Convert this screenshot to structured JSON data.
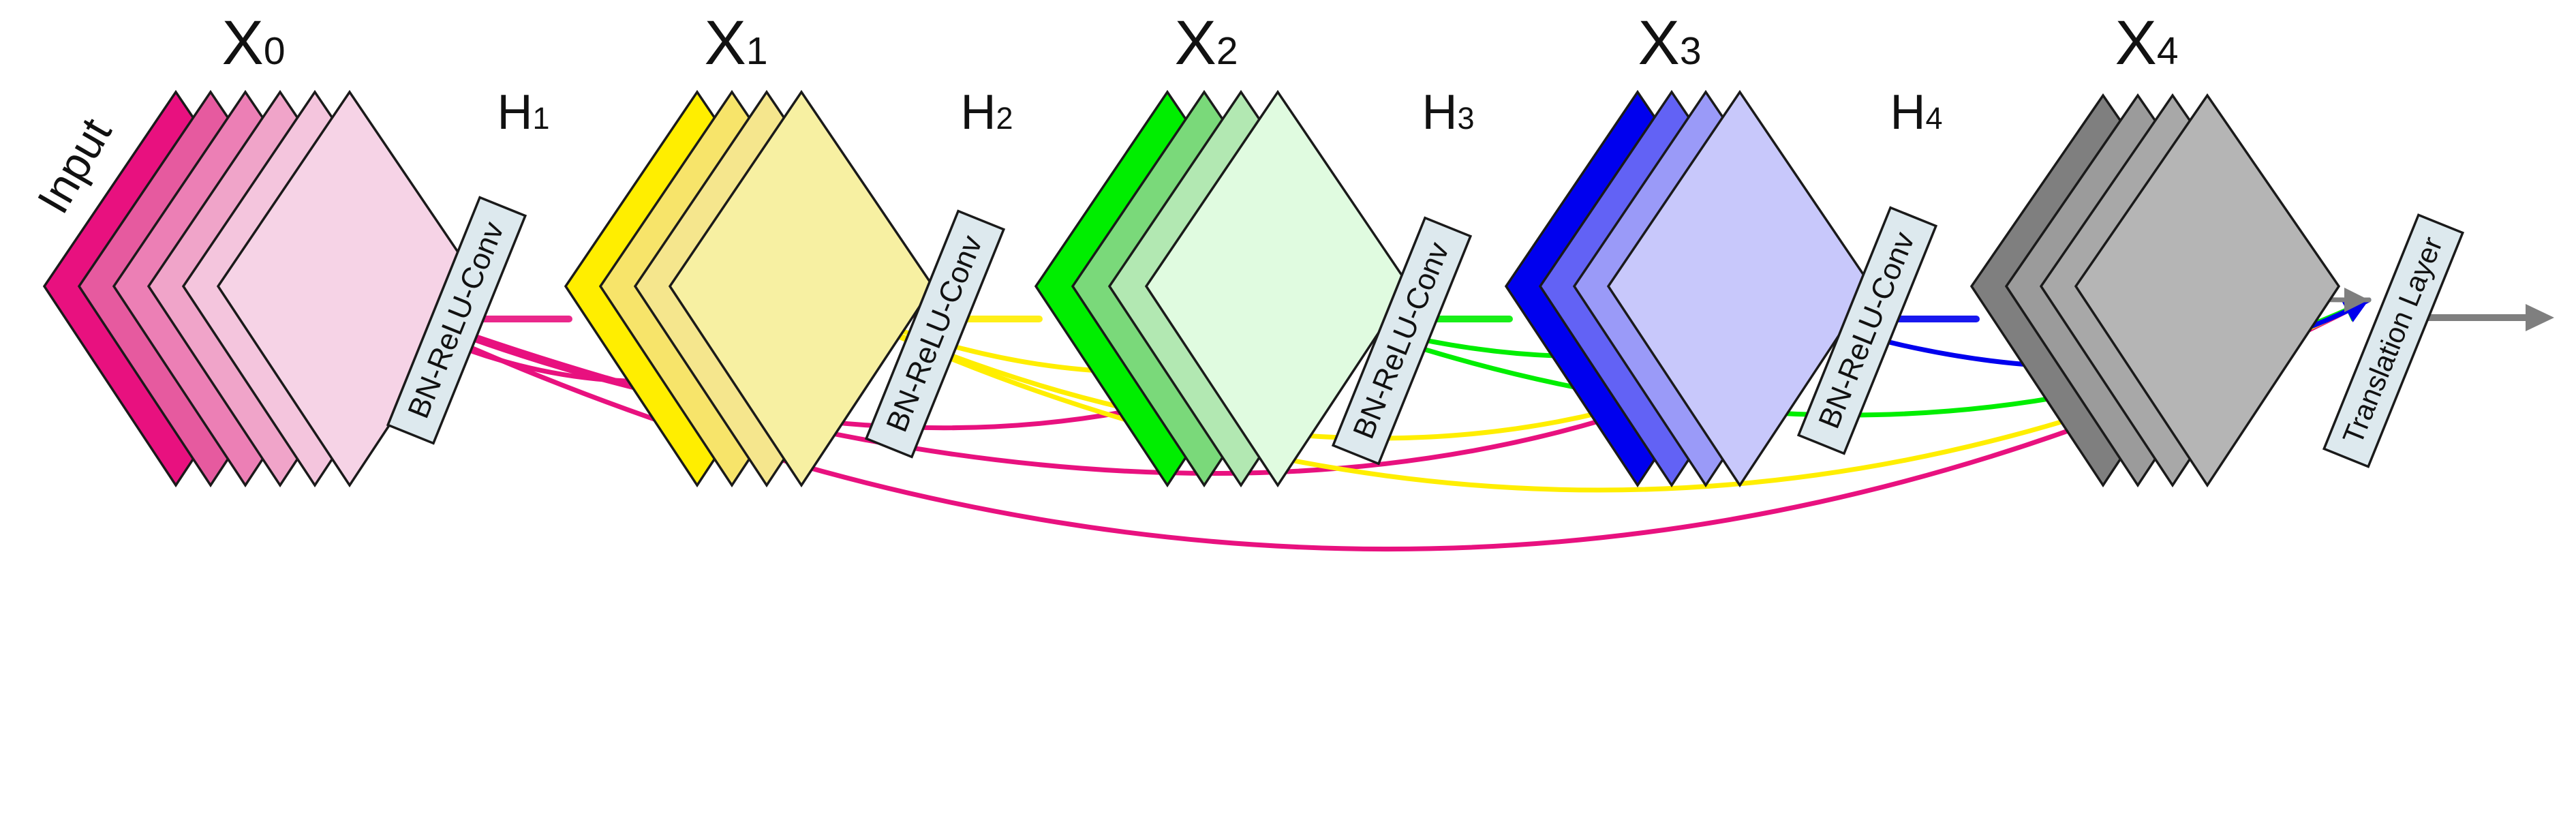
{
  "input_label": "Input",
  "blocks": [
    {
      "id": "x0",
      "symbol": "X",
      "index": "0",
      "colors": [
        "#e8117f",
        "#e65a9f",
        "#ec7fb5",
        "#f0a4c9",
        "#f4c5dd",
        "#f6d3e6"
      ]
    },
    {
      "id": "x1",
      "symbol": "X",
      "index": "1",
      "colors": [
        "#ffee00",
        "#f7e46a",
        "#f5e68d",
        "#f7f0a2"
      ]
    },
    {
      "id": "x2",
      "symbol": "X",
      "index": "2",
      "colors": [
        "#00ee00",
        "#7ad97a",
        "#b2e8b2",
        "#e0fbe0"
      ]
    },
    {
      "id": "x3",
      "symbol": "X",
      "index": "3",
      "colors": [
        "#0000ee",
        "#6262f5",
        "#9a9af8",
        "#c8c8fb"
      ]
    },
    {
      "id": "x4",
      "symbol": "X",
      "index": "4",
      "colors": [
        "#7f7f7f",
        "#9b9b9b",
        "#a8a8a8",
        "#b5b5b5"
      ]
    }
  ],
  "transitions": [
    {
      "id": "h1",
      "symbol": "H",
      "index": "1",
      "layer": "BN-ReLU-Conv"
    },
    {
      "id": "h2",
      "symbol": "H",
      "index": "2",
      "layer": "BN-ReLU-Conv"
    },
    {
      "id": "h3",
      "symbol": "H",
      "index": "3",
      "layer": "BN-ReLU-Conv"
    },
    {
      "id": "h4",
      "symbol": "H",
      "index": "4",
      "layer": "BN-ReLU-Conv"
    }
  ],
  "translation_layer": "Translation Layer",
  "connection_colors": {
    "x0": "#e8117f",
    "x1": "#ffee00",
    "x2": "#00ee00",
    "x3": "#0000ee",
    "x4": "#7f7f7f"
  },
  "connections": [
    {
      "from": "x0",
      "to": "h1"
    },
    {
      "from": "x0",
      "to": "h2"
    },
    {
      "from": "x0",
      "to": "h3"
    },
    {
      "from": "x0",
      "to": "h4"
    },
    {
      "from": "x0",
      "to": "translation"
    },
    {
      "from": "x1",
      "to": "h2"
    },
    {
      "from": "x1",
      "to": "h3"
    },
    {
      "from": "x1",
      "to": "h4"
    },
    {
      "from": "x1",
      "to": "translation"
    },
    {
      "from": "x2",
      "to": "h3"
    },
    {
      "from": "x2",
      "to": "h4"
    },
    {
      "from": "x2",
      "to": "translation"
    },
    {
      "from": "x3",
      "to": "h4"
    },
    {
      "from": "x3",
      "to": "translation"
    },
    {
      "from": "x4",
      "to": "translation"
    }
  ],
  "layer_box_color": "#dde9ee"
}
